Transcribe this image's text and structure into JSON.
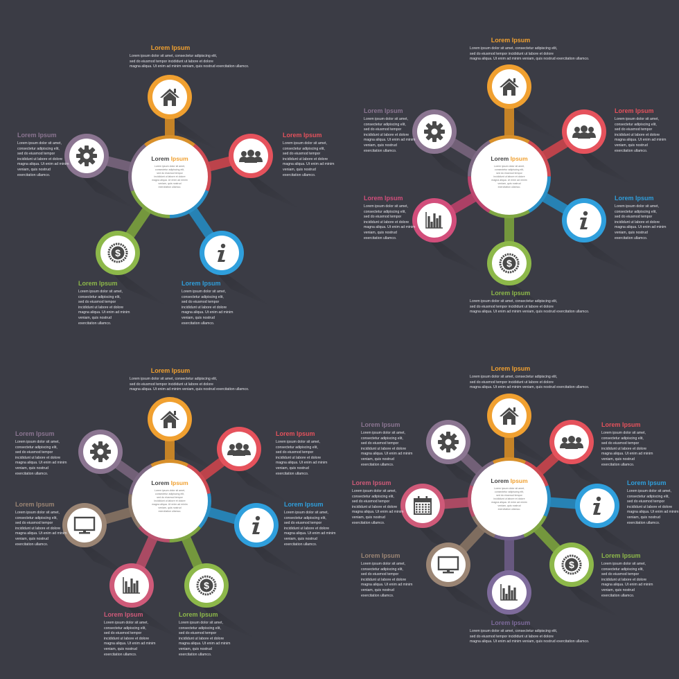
{
  "body_lines": [
    "Lorem ipsum dolor sit amet,",
    "consectetur adipiscing elit,",
    "sed do eiusmod tempor",
    "incididunt ut labore et dolore",
    "magna aliqua. Ut enim ad minim",
    "veniam, quis nostrud",
    "exercitation ullamco."
  ],
  "colors": {
    "background": "#3b3c45",
    "orange": "#f0a030",
    "red": "#e5525c",
    "blue": "#2f9fdc",
    "green": "#8db84a",
    "purple": "#8b7591",
    "pink": "#d24e7b",
    "brown": "#9b8574",
    "rose": "#cf5a79",
    "violet": "#7e6b9b"
  },
  "diagrams": [
    {
      "center": {
        "title_a": "Lorem ",
        "title_b": "Ipsum"
      },
      "nodes": [
        {
          "icon": "house-icon",
          "color": "orange",
          "title": "Lorem Ipsum"
        },
        {
          "icon": "users-icon",
          "color": "red",
          "title": "Lorem Ipsum"
        },
        {
          "icon": "info-icon",
          "color": "blue",
          "title": "Lorem Ipsum"
        },
        {
          "icon": "dollar-icon",
          "color": "green",
          "title": "Lorem Ipsum"
        },
        {
          "icon": "gear-icon",
          "color": "purple",
          "title": "Lorem Ipsum"
        }
      ]
    },
    {
      "center": {
        "title_a": "Lorem ",
        "title_b": "Ipsum"
      },
      "nodes": [
        {
          "icon": "house-icon",
          "color": "orange",
          "title": "Lorem Ipsum"
        },
        {
          "icon": "users-icon",
          "color": "red",
          "title": "Lorem Ipsum"
        },
        {
          "icon": "info-icon",
          "color": "blue",
          "title": "Lorem Ipsum"
        },
        {
          "icon": "dollar-icon",
          "color": "green",
          "title": "Lorem Ipsum"
        },
        {
          "icon": "bar-chart-icon",
          "color": "pink",
          "title": "Lorem Ipsum"
        },
        {
          "icon": "gear-icon",
          "color": "purple",
          "title": "Lorem Ipsum"
        }
      ]
    },
    {
      "center": {
        "title_a": "Lorem ",
        "title_b": "Ipsum"
      },
      "nodes": [
        {
          "icon": "house-icon",
          "color": "orange",
          "title": "Lorem Ipsum"
        },
        {
          "icon": "users-icon",
          "color": "red",
          "title": "Lorem Ipsum"
        },
        {
          "icon": "info-icon",
          "color": "blue",
          "title": "Lorem Ipsum"
        },
        {
          "icon": "dollar-icon",
          "color": "green",
          "title": "Lorem Ipsum"
        },
        {
          "icon": "bar-chart-icon",
          "color": "rose",
          "title": "Lorem Ipsum"
        },
        {
          "icon": "monitor-icon",
          "color": "brown",
          "title": "Lorem Ipsum"
        },
        {
          "icon": "gear-icon",
          "color": "purple",
          "title": "Lorem Ipsum"
        }
      ]
    },
    {
      "center": {
        "title_a": "Lorem ",
        "title_b": "Ipsum"
      },
      "nodes": [
        {
          "icon": "house-icon",
          "color": "orange",
          "title": "Lorem Ipsum"
        },
        {
          "icon": "users-icon",
          "color": "red",
          "title": "Lorem Ipsum"
        },
        {
          "icon": "info-icon",
          "color": "blue",
          "title": "Lorem Ipsum"
        },
        {
          "icon": "dollar-icon",
          "color": "green",
          "title": "Lorem Ipsum"
        },
        {
          "icon": "bar-chart-icon",
          "color": "violet",
          "title": "Lorem Ipsum"
        },
        {
          "icon": "monitor-icon",
          "color": "brown",
          "title": "Lorem Ipsum"
        },
        {
          "icon": "calendar-icon",
          "color": "rose",
          "title": "Lorem Ipsum"
        },
        {
          "icon": "gear-icon",
          "color": "purple",
          "title": "Lorem Ipsum"
        }
      ]
    }
  ]
}
